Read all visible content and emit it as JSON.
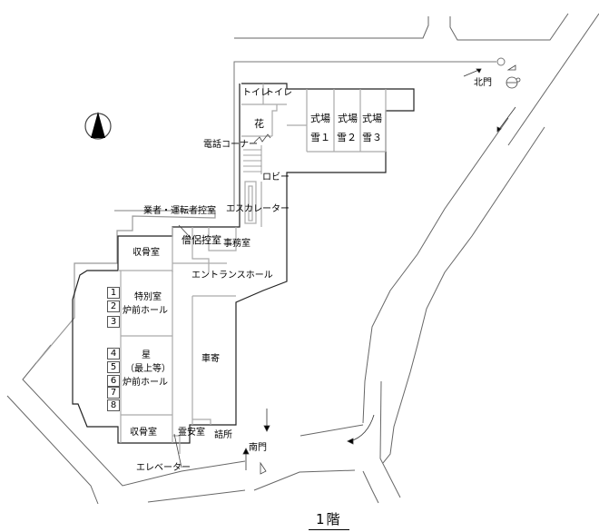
{
  "floor_title": "1階",
  "compass": {
    "icon": "north-arrow-icon"
  },
  "gates": {
    "north": "北門",
    "south": "南門"
  },
  "rooms": {
    "toilet_1": "トイレ",
    "toilet_2": "トイレ",
    "flower": "花",
    "phone_corner": "電話コーナー",
    "ceremony_1_a": "式場",
    "ceremony_1_b": "雪１",
    "ceremony_2_a": "式場",
    "ceremony_2_b": "雪２",
    "ceremony_3_a": "式場",
    "ceremony_3_b": "雪３",
    "lobby": "ロビー",
    "escalator": "エスカレーター",
    "driver_waiting": "業者・運転者控室",
    "monk_waiting": "僧侶控室",
    "office": "事務室",
    "bone_room_top": "収骨室",
    "entrance_hall": "エントランスホール",
    "special_room_a": "特別室",
    "special_room_b": "炉前ホール",
    "star_a": "星",
    "star_b": "（最上等）",
    "star_c": "炉前ホール",
    "car_porch": "車寄",
    "bone_room_bottom": "収骨室",
    "mortuary": "霊安室",
    "guard_room": "詰所",
    "elevator": "エレベーター"
  },
  "furnaces": [
    "1",
    "2",
    "3",
    "4",
    "5",
    "6",
    "7",
    "8"
  ]
}
